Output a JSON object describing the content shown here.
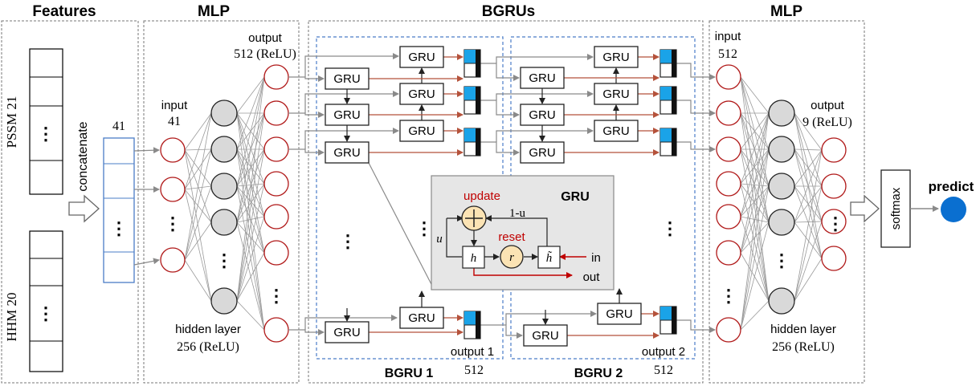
{
  "sections": {
    "features": "Features",
    "mlp1": "MLP",
    "bgrus": "BGRUs",
    "mlp2": "MLP"
  },
  "features": {
    "pssm": "PSSM 21",
    "hhm": "HHM 20",
    "concatenate": "concatenate",
    "concat_size": "41",
    "ellipsis": "⋮"
  },
  "mlp1": {
    "input_label": "input",
    "input_size": "41",
    "hidden_label": "hidden layer",
    "hidden_size": "256 (ReLU)",
    "output_label": "output",
    "output_size": "512 (ReLU)"
  },
  "bgru": {
    "gru_label": "GRU",
    "bgru1": "BGRU 1",
    "bgru2": "BGRU 2",
    "output1": "output 1",
    "output1_size": "512",
    "output2": "output 2",
    "output2_size": "512"
  },
  "gru_cell": {
    "title": "GRU",
    "update": "update",
    "reset": "reset",
    "one_minus_u": "1-u",
    "u": "u",
    "h": "h",
    "h_tilde": "h̃",
    "r": "r",
    "in": "in",
    "out": "out"
  },
  "mlp2": {
    "input_label": "input",
    "input_size": "512",
    "hidden_label": "hidden layer",
    "hidden_size": "256 (ReLU)",
    "output_label": "output",
    "output_size": "9 (ReLU)"
  },
  "softmax": "softmax",
  "predict": "predict",
  "colors": {
    "red_node": "#b01818",
    "gray_node": "#d9d9d9",
    "blue_box": "#4a7cc7",
    "cyan": "#1aa3e8",
    "dark_red": "#c00000",
    "arrow_red": "#b5523b",
    "gate_fill": "#fbe3b4",
    "cell_bg": "#e6e6e6",
    "predict_blue": "#0a6fd0"
  }
}
